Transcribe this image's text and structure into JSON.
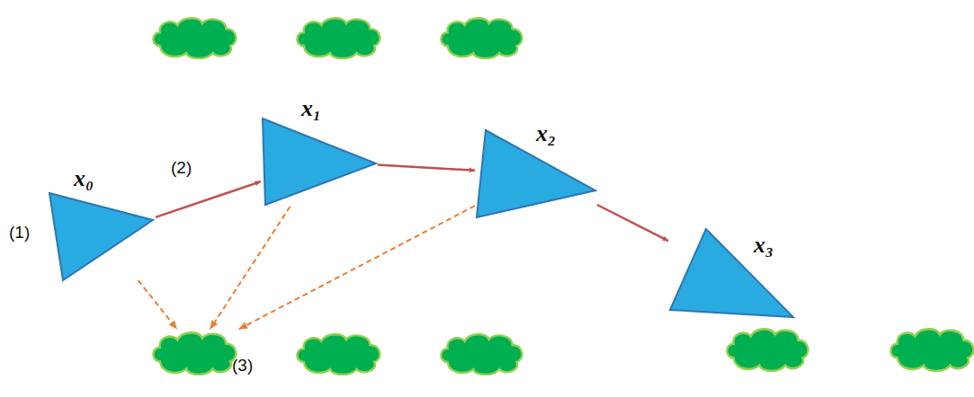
{
  "diagram": {
    "nodes": [
      {
        "text": [
          "x₀"
        ]
      },
      {
        "text": [
          "x₁"
        ]
      },
      {
        "text": [
          "x₂"
        ]
      },
      {
        "text": [
          "x₃"
        ]
      },
      {
        "text": [
          "(3)"
        ]
      }
    ],
    "edges": [
      {
        "from": 0,
        "to": 1,
        "arrow": "to"
      },
      {
        "from": 1,
        "to": 2,
        "arrow": "to"
      },
      {
        "from": 2,
        "to": 3,
        "arrow": "to"
      },
      {
        "from": 0,
        "to": 4,
        "arrow": "to"
      },
      {
        "from": 1,
        "to": 4,
        "arrow": "to"
      },
      {
        "from": 2,
        "to": 4,
        "arrow": "to"
      }
    ],
    "labels": [
      "(1)",
      "(2)"
    ]
  }
}
